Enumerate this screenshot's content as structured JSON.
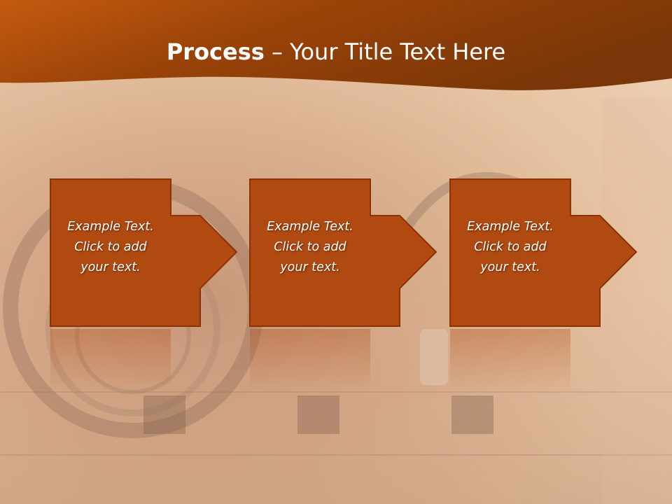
{
  "slide": {
    "title_bold": "Process",
    "title_separator": " – ",
    "title_rest": "Your Title Text Here"
  },
  "steps": [
    {
      "line1": "Example Text.",
      "line2": "Click  to add",
      "line3": "your text."
    },
    {
      "line1": "Example Text.",
      "line2": "Click  to add",
      "line3": "your text."
    },
    {
      "line1": "Example Text.",
      "line2": "Click  to add",
      "line3": "your text."
    }
  ],
  "colors": {
    "header_dark": "#7a3608",
    "header_accent": "#c45a10",
    "box_fill": "#b04a10",
    "box_border": "#8a3406",
    "title_text": "#ffffff",
    "step_text": "#ffffff"
  },
  "icons": {
    "step_shape": "arrow-box-shape"
  }
}
